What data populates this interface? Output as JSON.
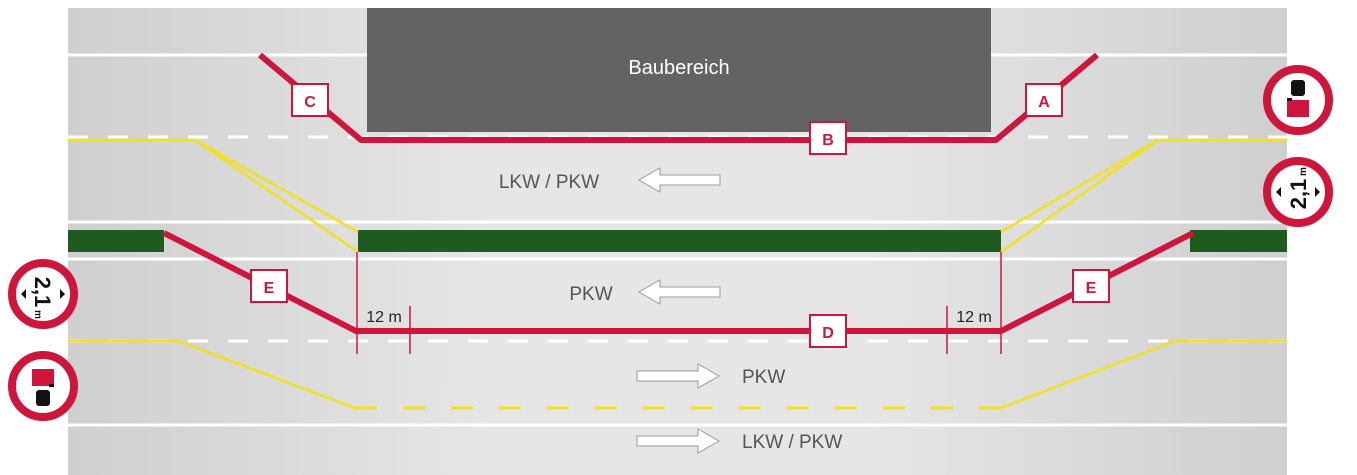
{
  "construction_area": {
    "label": "Baubereich"
  },
  "lanes": {
    "upper_left": "LKW / PKW",
    "middle_left": "PKW",
    "middle_right": "PKW",
    "lower_right": "LKW / PKW"
  },
  "markers": {
    "a": "A",
    "b": "B",
    "c": "C",
    "d": "D",
    "e_left": "E",
    "e_right": "E"
  },
  "dimensions": {
    "left": "12 m",
    "right": "12 m"
  },
  "signs": {
    "width_limit": "2,1",
    "width_unit": "m",
    "icons": [
      "no-overtaking-trucks-sign",
      "width-limit-sign"
    ]
  },
  "colors": {
    "road": "#dcdcdc",
    "construction": "#636363",
    "barrier": "#d0153c",
    "temporary_marking": "#f2e21a",
    "median": "#1f5a1f",
    "sign_ring": "#d0153c"
  }
}
